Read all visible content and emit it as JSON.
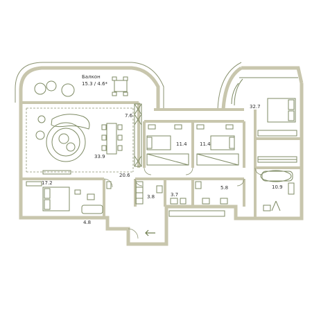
{
  "colors": {
    "wall": "#d2d0b8",
    "wall_line": "#6f7a5a",
    "furniture": "#7d8a63",
    "accent": "#6b7a4a",
    "arrow": "#6b7a4a"
  },
  "balcony": {
    "name": "Балкон",
    "area": "15.3 / 4.6*"
  },
  "rooms": [
    {
      "id": "living",
      "label": "33.9"
    },
    {
      "id": "dining",
      "label": "7.6"
    },
    {
      "id": "hall",
      "label": "20.6"
    },
    {
      "id": "bedroom-left",
      "label": "17.2"
    },
    {
      "id": "bath-left",
      "label": "4.8"
    },
    {
      "id": "kids-1",
      "label": "11.4"
    },
    {
      "id": "kids-2",
      "label": "11.4"
    },
    {
      "id": "master",
      "label": "32.7"
    },
    {
      "id": "master-bath",
      "label": "10.9"
    },
    {
      "id": "laundry",
      "label": "3.8"
    },
    {
      "id": "wc-1",
      "label": "3.7"
    },
    {
      "id": "wc-2",
      "label": "5.8"
    }
  ],
  "icons": {
    "entrance": "entrance-arrow-icon"
  }
}
